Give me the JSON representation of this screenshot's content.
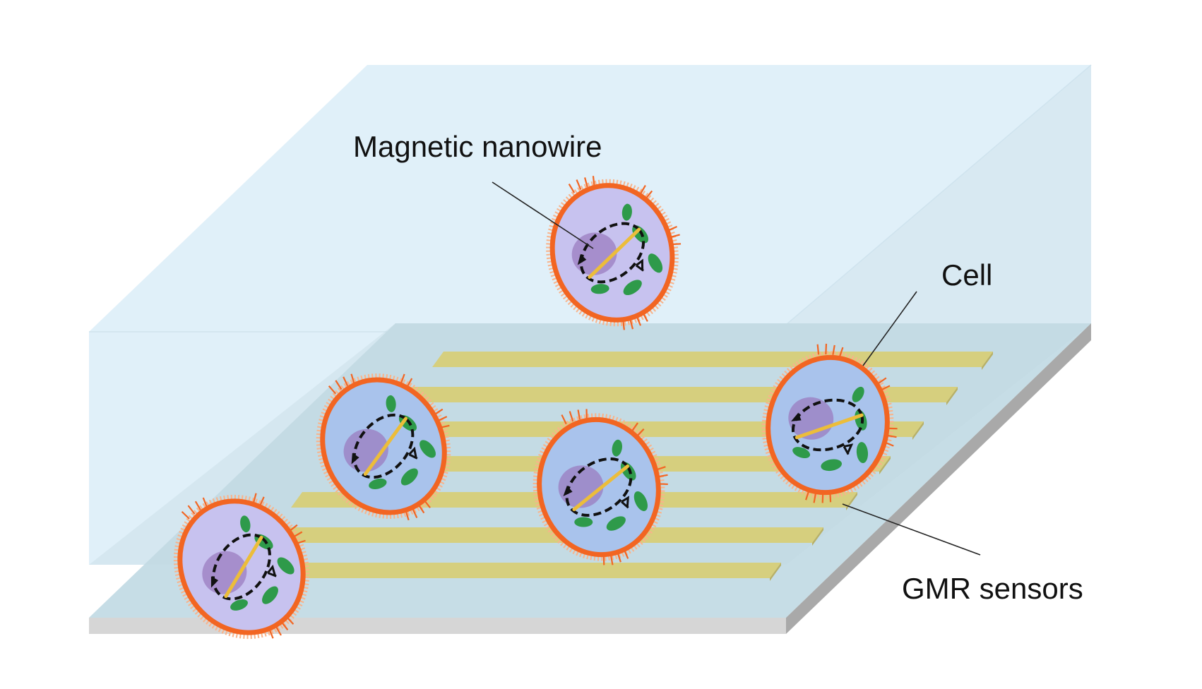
{
  "labels": {
    "nanowire": "Magnetic nanowire",
    "cell": "Cell",
    "sensors": "GMR sensors"
  },
  "colors": {
    "top_face": "#e0f0f9",
    "side_face": "#d8e9f2",
    "bottom_face": "#c6dde6",
    "substrate_front": "#d6d6d6",
    "substrate_side": "#a9a9a9",
    "sensor_bar": "#d6cf7e",
    "sensor_bar_side": "#b8b066",
    "cell_membrane": "#f26522",
    "cell_membrane_glow": "#f9b38a",
    "cytoplasm_floating": "#c7c2ef",
    "cytoplasm_on_chip": "#a9c3ec",
    "nucleus": "#9b7cc0",
    "organelle": "#2e9a4a",
    "nanowire": "#ecbd3a",
    "field_loop": "#111111"
  },
  "icons": {
    "cell": "cell-icon",
    "nanowire": "nanowire-icon",
    "sensor": "gmr-sensor-bar"
  }
}
